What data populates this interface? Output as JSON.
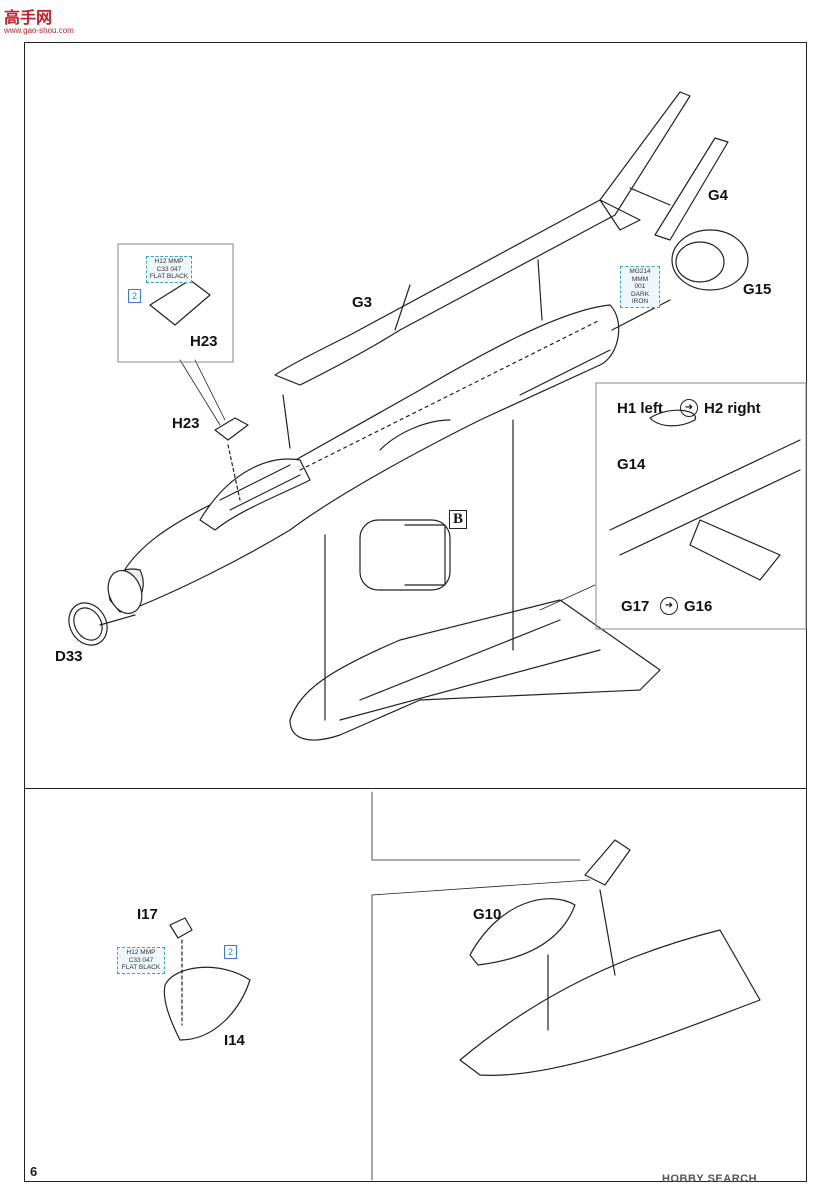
{
  "watermark": {
    "title": "高手网",
    "url": "www.gao-shou.com"
  },
  "labels": {
    "g4": "G4",
    "g15": "G15",
    "g3": "G3",
    "h23_inset": "H23",
    "h23": "H23",
    "d33": "D33",
    "h1h2_left": "H1 left",
    "h1h2_right": "H2 right",
    "g14": "G14",
    "g17": "G17",
    "g16": "G16",
    "b": "B",
    "i17": "I17",
    "i14": "I14",
    "g10": "G10"
  },
  "paint_tags": {
    "h23_tag": "H12 MMP\nC33 047\nFLAT BLACK",
    "g15_tag": "MG214\nMMM\n001\nDARK IRON",
    "i17_tag": "H12 MMP\nC33 047\nFLAT BLACK"
  },
  "step_numbers": {
    "h23_step": "2",
    "i14_step": "2"
  },
  "page_number": "6",
  "footer_source": "HOBBY SEARCH"
}
